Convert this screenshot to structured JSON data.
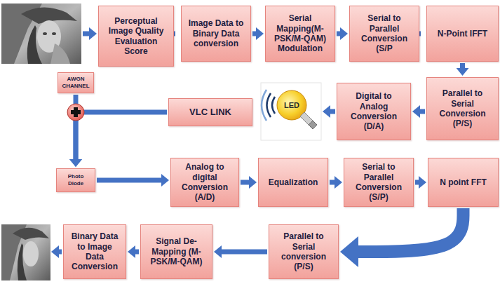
{
  "diagram": {
    "nodes": [
      {
        "text": [
          "Perceptual Image Quality Evaluation Score"
        ]
      },
      {
        "text": [
          "Image Data to Binary Data conversion"
        ]
      },
      {
        "text": [
          "Serial Mapping(M-PSK/M-QAM) Modulation"
        ]
      },
      {
        "text": [
          "Serial to Parallel Conversion (S/P"
        ]
      },
      {
        "text": [
          "N-Point IFFT"
        ]
      },
      {
        "text": [
          "AWGN CHANNEL"
        ]
      },
      {
        "text": [
          "VLC LINK"
        ]
      },
      {
        "text": [
          "Digital to Analog Conversion (D/A)"
        ]
      },
      {
        "text": [
          "Parallel to Serial Conversion (P/S)"
        ]
      },
      {
        "text": [
          "Photo Diode"
        ]
      },
      {
        "text": [
          "Analog to digital Conversion (A/D)"
        ]
      },
      {
        "text": [
          "Equalization"
        ]
      },
      {
        "text": [
          "Serial to Parallel Conversion (S/P)"
        ]
      },
      {
        "text": [
          "N point FFT"
        ]
      },
      {
        "text": [
          "Binary Data to Image Data Conversion"
        ]
      },
      {
        "text": [
          "Signal De-Mapping (M-PSK/M-QAM)"
        ]
      },
      {
        "text": [
          "Parallel to Serial conversion (P/S)"
        ]
      }
    ],
    "edges": [
      {
        "from": 0,
        "to": 1,
        "arrow": "to"
      },
      {
        "from": 1,
        "to": 2,
        "arrow": "to"
      },
      {
        "from": 2,
        "to": 3,
        "arrow": "to"
      },
      {
        "from": 3,
        "to": 4,
        "arrow": "to"
      },
      {
        "from": 4,
        "to": 8,
        "arrow": "to"
      },
      {
        "from": 8,
        "to": 7,
        "arrow": "to"
      },
      {
        "from": 6,
        "to": 9,
        "arrow": "to"
      },
      {
        "from": 5,
        "to": 9,
        "arrow": "to"
      },
      {
        "from": 9,
        "to": 10,
        "arrow": "to"
      },
      {
        "from": 10,
        "to": 11,
        "arrow": "to"
      },
      {
        "from": 11,
        "to": 12,
        "arrow": "to"
      },
      {
        "from": 12,
        "to": 13,
        "arrow": "to"
      },
      {
        "from": 13,
        "to": 16,
        "arrow": "to"
      },
      {
        "from": 16,
        "to": 15,
        "arrow": "to"
      },
      {
        "from": 15,
        "to": 14,
        "arrow": "to"
      }
    ],
    "labels": [
      "LED"
    ]
  }
}
